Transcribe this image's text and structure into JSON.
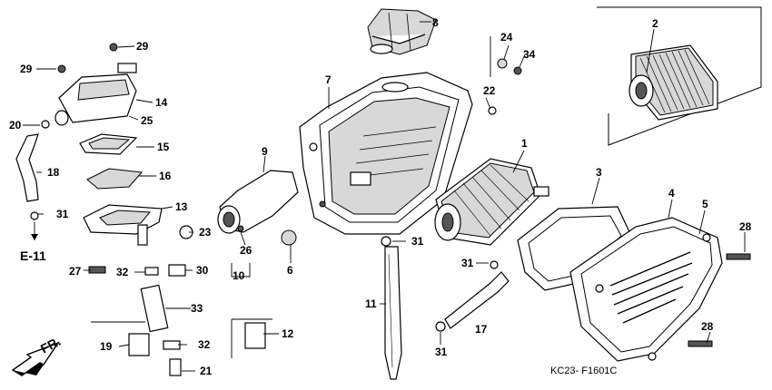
{
  "diagram": {
    "footer_code": "KC23- F1601C",
    "front_label": "FR.",
    "reference_label": "E-11"
  },
  "callouts": [
    {
      "id": "c1",
      "label": "1"
    },
    {
      "id": "c2",
      "label": "2"
    },
    {
      "id": "c3",
      "label": "3"
    },
    {
      "id": "c4",
      "label": "4"
    },
    {
      "id": "c5",
      "label": "5"
    },
    {
      "id": "c6",
      "label": "6"
    },
    {
      "id": "c7",
      "label": "7"
    },
    {
      "id": "c8",
      "label": "8"
    },
    {
      "id": "c9",
      "label": "9"
    },
    {
      "id": "c10",
      "label": "10"
    },
    {
      "id": "c11",
      "label": "11"
    },
    {
      "id": "c12",
      "label": "12"
    },
    {
      "id": "c13",
      "label": "13"
    },
    {
      "id": "c14",
      "label": "14"
    },
    {
      "id": "c15",
      "label": "15"
    },
    {
      "id": "c16",
      "label": "16"
    },
    {
      "id": "c17",
      "label": "17"
    },
    {
      "id": "c18",
      "label": "18"
    },
    {
      "id": "c19",
      "label": "19"
    },
    {
      "id": "c20",
      "label": "20"
    },
    {
      "id": "c21",
      "label": "21"
    },
    {
      "id": "c22",
      "label": "22"
    },
    {
      "id": "c23",
      "label": "23"
    },
    {
      "id": "c24",
      "label": "24"
    },
    {
      "id": "c25",
      "label": "25"
    },
    {
      "id": "c26",
      "label": "26"
    },
    {
      "id": "c27",
      "label": "27"
    },
    {
      "id": "c28a",
      "label": "28"
    },
    {
      "id": "c28b",
      "label": "28"
    },
    {
      "id": "c29a",
      "label": "29"
    },
    {
      "id": "c29b",
      "label": "29"
    },
    {
      "id": "c30",
      "label": "30"
    },
    {
      "id": "c31a",
      "label": "31"
    },
    {
      "id": "c31b",
      "label": "31"
    },
    {
      "id": "c31c",
      "label": "31"
    },
    {
      "id": "c31d",
      "label": "31"
    },
    {
      "id": "c32a",
      "label": "32"
    },
    {
      "id": "c32b",
      "label": "32"
    },
    {
      "id": "c33",
      "label": "33"
    },
    {
      "id": "c34",
      "label": "34"
    }
  ]
}
